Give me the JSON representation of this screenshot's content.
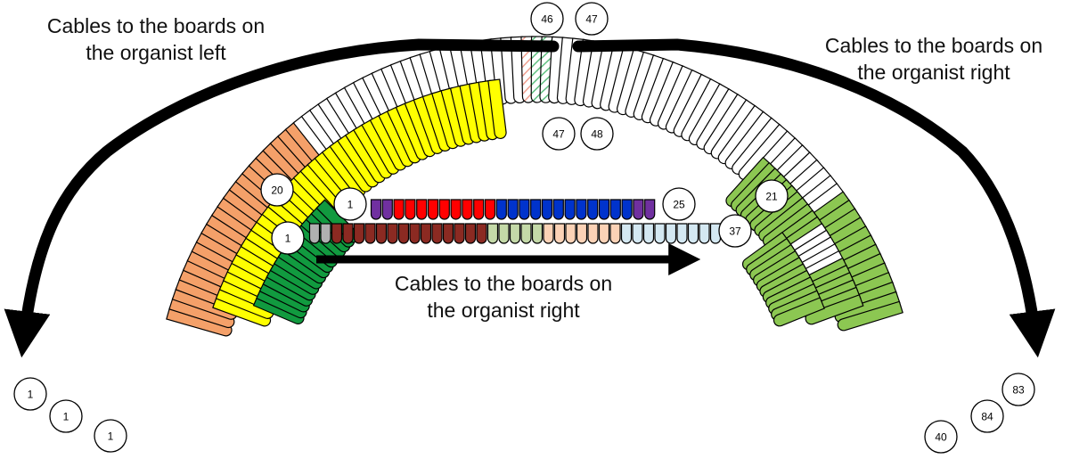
{
  "labels": {
    "left": {
      "line1": "Cables to the boards on",
      "line2": "the organist left"
    },
    "right": {
      "line1": "Cables to the boards on",
      "line2": "the organist right"
    },
    "center": {
      "line1": "Cables to the boards on",
      "line2": "the organist right"
    }
  },
  "badges": {
    "top_left": "46",
    "top_right": "47",
    "mid_left": "47",
    "mid_right": "48",
    "left_20": "20",
    "right_21": "21",
    "pedal_1": "1",
    "pedal_25": "25",
    "stops_1": "1",
    "stops_37": "37",
    "bottom_left_a": "1",
    "bottom_left_b": "1",
    "bottom_left_c": "1",
    "bottom_right_40": "40",
    "bottom_right_84": "84",
    "bottom_right_83": "83"
  },
  "colors": {
    "orange": "#f4a069",
    "yellow": "#ffff00",
    "dark_green": "#119a3f",
    "light_green": "#8cc752",
    "white": "#ffffff",
    "red": "#ff0000",
    "blue": "#0033cc",
    "purple": "#7030a0",
    "gray": "#b0b0b0",
    "brown": "#8b2a22",
    "sage": "#c4d9a8",
    "peach": "#fbd2b6",
    "pale_blue": "#d4e8f2",
    "hatch_red": "#f0a090",
    "hatch_green": "#60c080",
    "outline": "#000000"
  }
}
